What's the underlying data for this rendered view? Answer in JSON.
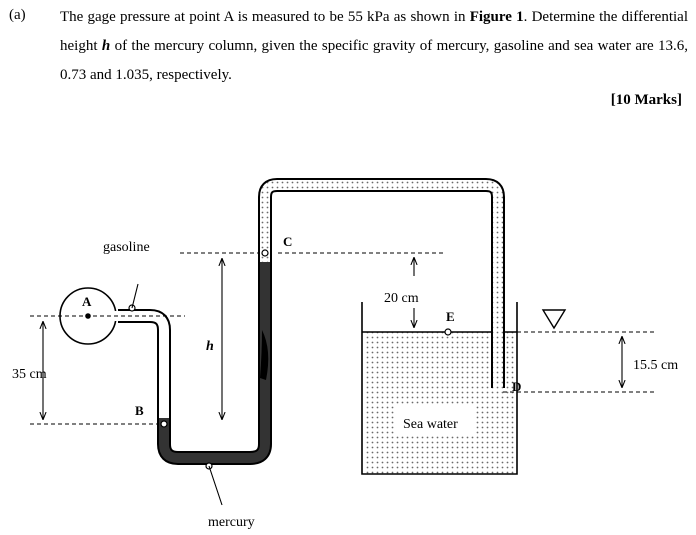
{
  "question": {
    "part": "(a)",
    "text_before_figure": "The gage pressure at point A is measured to be 55 kPa as shown in ",
    "figure_ref": "Figure 1",
    "text_before_h": ". Determine the differential height ",
    "h_symbol": "h",
    "text_after_h": " of the mercury column, given the specific gravity of mercury, gasoline and sea water are 13.6, 0.73 and 1.035, respectively.",
    "marks": "[10 Marks]"
  },
  "figure": {
    "labels": {
      "gasoline": "gasoline",
      "point_a": "A",
      "point_b": "B",
      "point_c": "C",
      "point_d": "D",
      "point_e": "E",
      "h": "h",
      "dim_35": "35 cm",
      "dim_20": "20 cm",
      "dim_155": "15.5 cm",
      "sea_water": "Sea water",
      "mercury": "mercury"
    }
  }
}
